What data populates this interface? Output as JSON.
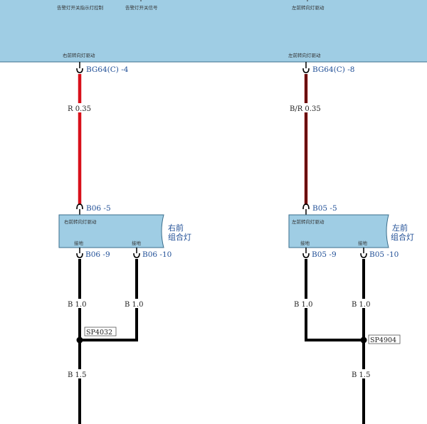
{
  "colors": {
    "module_fill": "#9fcde4",
    "module_stroke": "#3b6e8c",
    "wire_red": "#d8101a",
    "wire_brown_red": "#8a1515",
    "wire_black": "#000000",
    "pin_text": "#1f4e96"
  },
  "module": {
    "top_labels": [
      "告警灯开关指示灯控制",
      "告警灯开关信号",
      "左前转向灯驱动"
    ],
    "right_output_label": "右前转向灯驱动",
    "left_output_label": "左前转向灯驱动"
  },
  "right_circuit": {
    "module_pin": "BG64(C)  -4",
    "wire_label": "R 0.35",
    "lamp_input_pin": "B06 -5",
    "lamp_inner_label": "右前转向灯驱动",
    "ground_label_1": "接地",
    "ground_label_2": "接地",
    "ground_pin_1": "B06 -9",
    "ground_pin_2": "B06 -10",
    "lamp_name_line1": "右前",
    "lamp_name_line2": "组合灯",
    "wire_1": "B 1.0",
    "wire_2": "B 1.0",
    "splice": "SP4032",
    "wire_out": "B 1.5"
  },
  "left_circuit": {
    "module_pin": "BG64(C)  -8",
    "wire_label": "B/R 0.35",
    "lamp_input_pin": "B05 -5",
    "lamp_inner_label": "左前转向灯驱动",
    "ground_label_1": "接地",
    "ground_label_2": "接地",
    "ground_pin_1": "B05 -9",
    "ground_pin_2": "B05 -10",
    "lamp_name_line1": "左前",
    "lamp_name_line2": "组合灯",
    "wire_1": "B 1.0",
    "wire_2": "B 1.0",
    "splice": "SP4904",
    "wire_out": "B 1.5"
  }
}
